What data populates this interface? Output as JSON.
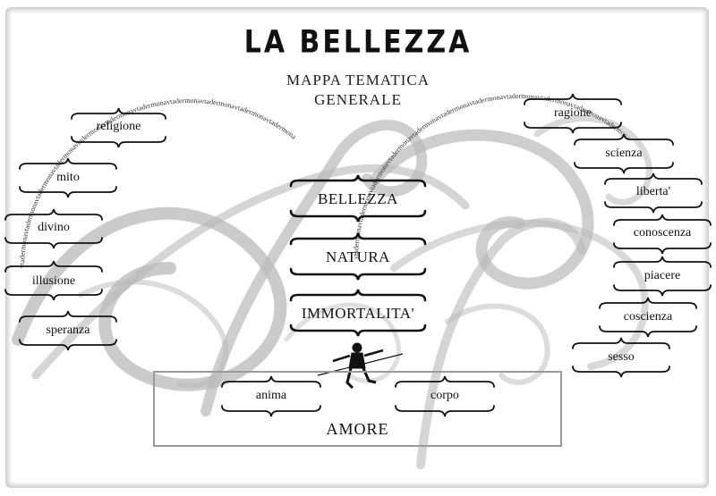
{
  "header": {
    "title": "LA BELLEZZA",
    "subtitle_line1": "MAPPA TEMATICA",
    "subtitle_line2": "GENERALE"
  },
  "ring_text": "vtadermonavtadermonavtadermonavtadermonavtadermonavtadermonavtadermonavtadermonavtadermonavtadermonavtadermona",
  "center_column": [
    "BELLEZZA",
    "NATURA",
    "IMMORTALITA'"
  ],
  "left_circle": [
    "religione",
    "mito",
    "divino",
    "illusione",
    "speranza"
  ],
  "right_circle": [
    "ragione",
    "scienza",
    "liberta'",
    "conoscenza",
    "piacere",
    "coscienza",
    "sesso"
  ],
  "amore": {
    "label": "AMORE",
    "left": "anima",
    "right": "corpo",
    "figure_icon": "acrobat-figure-icon"
  },
  "colors": {
    "ink": "#111111",
    "swirl": "#b9b9b9",
    "box_border": "#9a9a9a"
  }
}
